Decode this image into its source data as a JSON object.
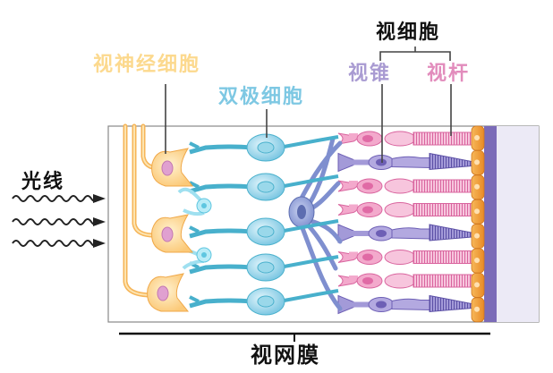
{
  "labels": {
    "ganglion_cells": "视神经细胞",
    "bipolar_cells": "双极细胞",
    "photoreceptor_cells": "视细胞",
    "cones": "视锥",
    "rods": "视杆",
    "light": "光线",
    "retina": "视网膜"
  },
  "colors": {
    "ganglion": "#fcd98e",
    "bipolar": "#7ec8e3",
    "cone": "#a99bd2",
    "rod": "#e28cbc",
    "pigment_epithelium": "#f0a040",
    "choroid": "#7b6bb8",
    "text": "#111111"
  },
  "photoreceptor_rows": [
    "rod",
    "cone",
    "rod",
    "rod",
    "cone",
    "rod",
    "rod",
    "cone"
  ]
}
